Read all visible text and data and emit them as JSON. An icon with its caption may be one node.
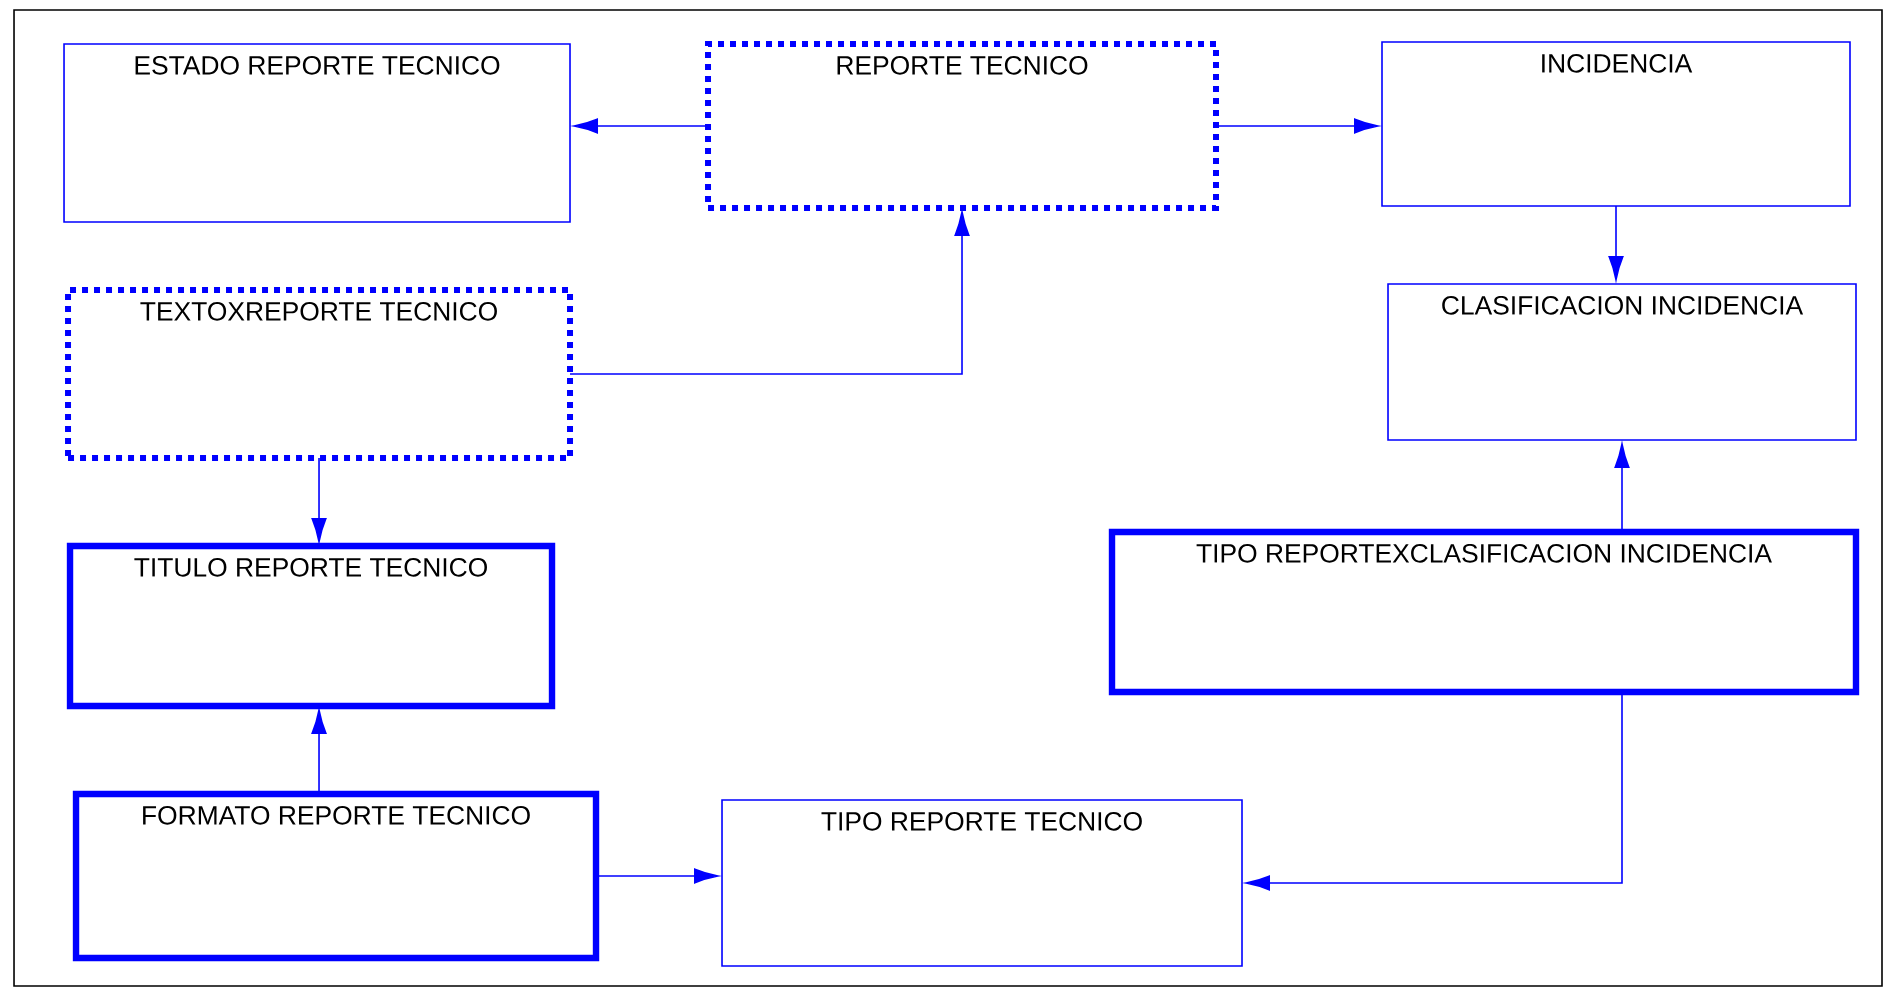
{
  "diagram": {
    "nodes": [
      {
        "text": [
          "ESTADO REPORTE TECNICO"
        ]
      },
      {
        "text": [
          "REPORTE TECNICO"
        ]
      },
      {
        "text": [
          "INCIDENCIA"
        ]
      },
      {
        "text": [
          "CLASIFICACION INCIDENCIA"
        ]
      },
      {
        "text": [
          "TEXTOXREPORTE TECNICO"
        ]
      },
      {
        "text": [
          "TITULO REPORTE TECNICO"
        ]
      },
      {
        "text": [
          "TIPO REPORTEXCLASIFICACION INCIDENCIA"
        ]
      },
      {
        "text": [
          "FORMATO REPORTE TECNICO"
        ]
      },
      {
        "text": [
          "TIPO REPORTE TECNICO"
        ]
      }
    ],
    "edges": [
      {
        "from": 1,
        "to": 0,
        "arrow": "to"
      },
      {
        "from": 1,
        "to": 2,
        "arrow": "to"
      },
      {
        "from": 2,
        "to": 3,
        "arrow": "to"
      },
      {
        "from": 4,
        "to": 1,
        "arrow": "to"
      },
      {
        "from": 4,
        "to": 5,
        "arrow": "to"
      },
      {
        "from": 7,
        "to": 5,
        "arrow": "to"
      },
      {
        "from": 6,
        "to": 3,
        "arrow": "to"
      },
      {
        "from": 6,
        "to": 8,
        "arrow": "to"
      },
      {
        "from": 7,
        "to": 8,
        "arrow": "to"
      }
    ]
  }
}
